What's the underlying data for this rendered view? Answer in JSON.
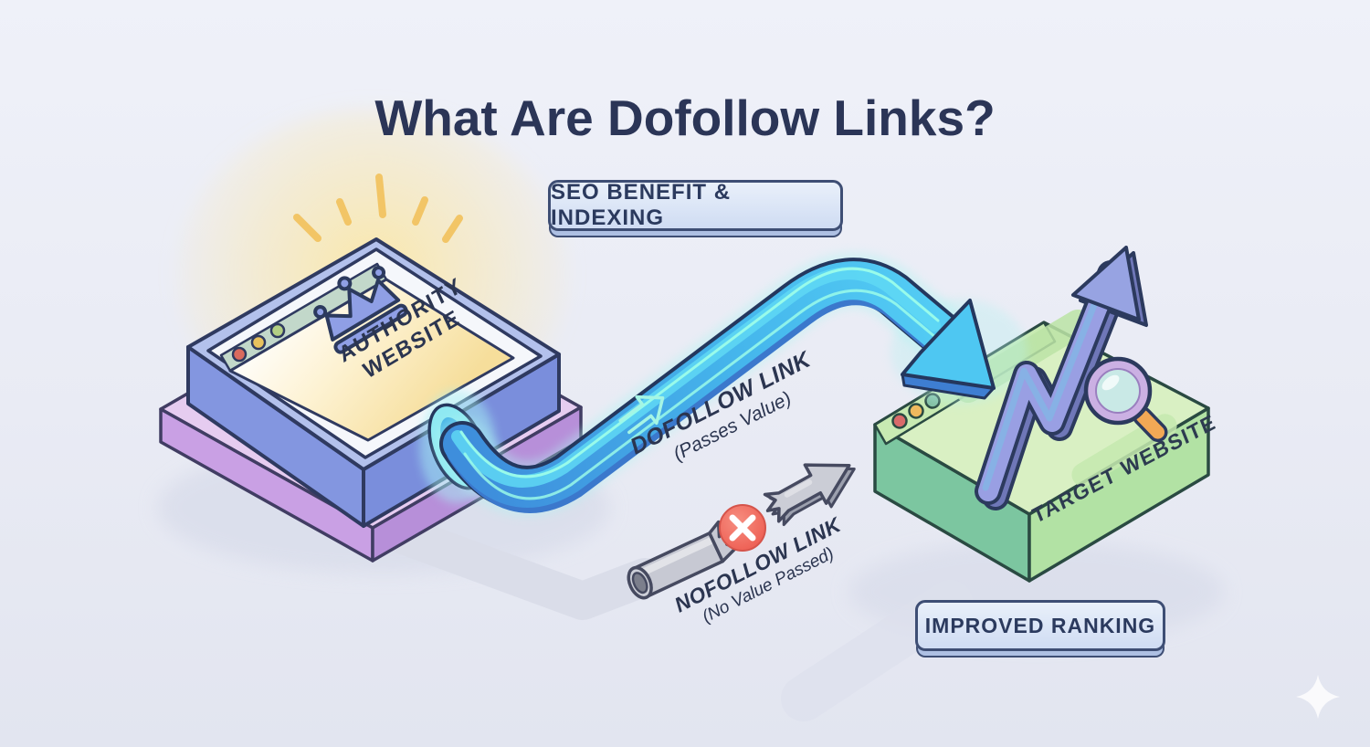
{
  "title": "What Are Dofollow Links?",
  "badges": {
    "seo_benefit": "SEO BENEFIT & INDEXING",
    "improved_ranking": "IMPROVED RANKING"
  },
  "authority_site": {
    "line1": "AUTHORITY",
    "line2": "WEBSITE"
  },
  "dofollow": {
    "label": "DOFOLLOW LINK",
    "note": "(Passes Value)"
  },
  "nofollow": {
    "label": "NOFOLLOW LINK",
    "note": "(No Value Passed)"
  },
  "target_site": {
    "label": "TARGET WEBSITE"
  },
  "icons": {
    "crown": "crown-icon",
    "magnifier": "magnifying-glass-icon",
    "growth": "growth-arrow-icon",
    "broken_link": "broken-pipe-icon",
    "blocked": "x-circle-icon",
    "sparkle": "sparkle-icon",
    "browser_dots": "traffic-light-dots"
  },
  "colors": {
    "background": "#E9EBF4",
    "title_text": "#2B3557",
    "badge_fill": "#D9E4F6",
    "badge_border": "#3E4E74",
    "dofollow_blue": "#49BCEE",
    "nofollow_gray": "#C7C9D3",
    "error_red": "#F2695E",
    "authority_blue": "#8B9EE3",
    "authority_base_purple": "#C9A1E4",
    "target_green": "#AFE3A2",
    "glow_yellow": "#FAE7AE"
  }
}
